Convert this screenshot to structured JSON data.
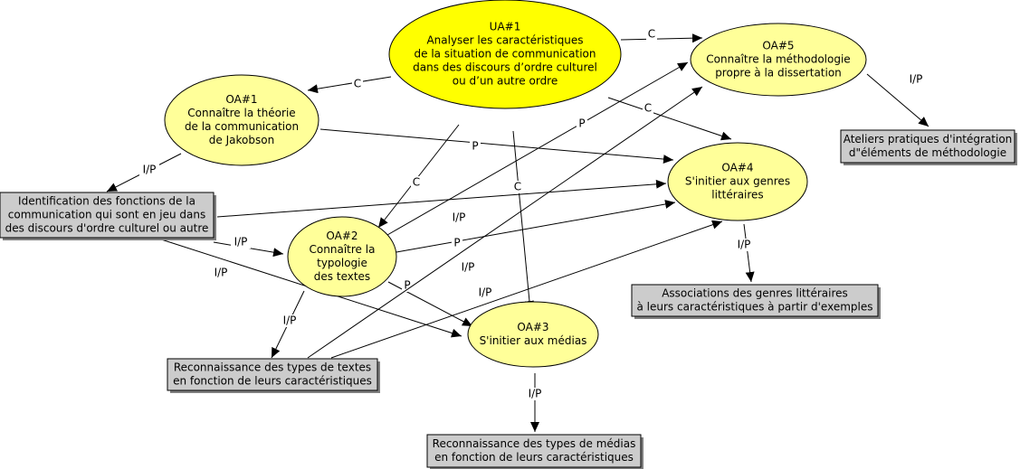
{
  "diagram": {
    "nodes": [
      {
        "id": "ua1",
        "shape": "ellipse",
        "fill": "#ffff00",
        "lines": [
          "UA#1",
          "Analyser les caractéristiques",
          "de la situation de communication",
          "dans des discours d’ordre culturel",
          "ou d’un autre ordre"
        ]
      },
      {
        "id": "oa1",
        "shape": "ellipse",
        "fill": "#ffff99",
        "lines": [
          "OA#1",
          "Connaître la théorie",
          "de la communication",
          "de Jakobson"
        ]
      },
      {
        "id": "oa2",
        "shape": "ellipse",
        "fill": "#ffff99",
        "lines": [
          "OA#2",
          "Connaître la",
          "typologie",
          "des textes"
        ]
      },
      {
        "id": "oa3",
        "shape": "ellipse",
        "fill": "#ffff99",
        "lines": [
          "OA#3",
          "S'initier aux médias"
        ]
      },
      {
        "id": "oa4",
        "shape": "ellipse",
        "fill": "#ffff99",
        "lines": [
          "OA#4",
          "S'initier aux genres",
          "littéraires"
        ]
      },
      {
        "id": "oa5",
        "shape": "ellipse",
        "fill": "#ffff99",
        "lines": [
          "OA#5",
          "Connaître la méthodologie",
          "propre à la dissertation"
        ]
      },
      {
        "id": "r_ident",
        "shape": "rect",
        "fill": "#cccccc",
        "lines": [
          "Identification des fonctions de la",
          "communication qui sont en jeu dans",
          "des discours d'ordre culturel ou autre"
        ]
      },
      {
        "id": "r_types_textes",
        "shape": "rect",
        "fill": "#cccccc",
        "lines": [
          "Reconnaissance des types de textes",
          "en fonction de leurs caractéristiques"
        ]
      },
      {
        "id": "r_types_medias",
        "shape": "rect",
        "fill": "#cccccc",
        "lines": [
          "Reconnaissance des types de médias",
          "en fonction de leurs caractéristiques"
        ]
      },
      {
        "id": "r_genres",
        "shape": "rect",
        "fill": "#cccccc",
        "lines": [
          "Associations des genres littéraires",
          "à leurs caractéristiques à partir d'exemples"
        ]
      },
      {
        "id": "r_ateliers",
        "shape": "rect",
        "fill": "#cccccc",
        "lines": [
          "Ateliers pratiques d'intégration",
          "d\"éléments de méthodologie"
        ]
      }
    ],
    "edges": [
      {
        "from": "ua1",
        "to": "oa1",
        "label": "C"
      },
      {
        "from": "ua1",
        "to": "oa5",
        "label": "C"
      },
      {
        "from": "ua1",
        "to": "oa4",
        "label": "C"
      },
      {
        "from": "ua1",
        "to": "oa2",
        "label": "C"
      },
      {
        "from": "ua1",
        "to": "oa3",
        "label": "C"
      },
      {
        "from": "oa1",
        "to": "oa4",
        "label": "P"
      },
      {
        "from": "oa1",
        "to": "r_ident",
        "label": "I/P"
      },
      {
        "from": "r_ident",
        "to": "oa4",
        "label": "I/P"
      },
      {
        "from": "r_ident",
        "to": "oa2",
        "label": "I/P"
      },
      {
        "from": "r_ident",
        "to": "oa3",
        "label": "I/P"
      },
      {
        "from": "oa2",
        "to": "oa5",
        "label": "P"
      },
      {
        "from": "oa2",
        "to": "oa4",
        "label": "P"
      },
      {
        "from": "oa2",
        "to": "oa3",
        "label": "P"
      },
      {
        "from": "oa2",
        "to": "r_types_textes",
        "label": "I/P"
      },
      {
        "from": "r_types_textes",
        "to": "oa5",
        "label": "I/P"
      },
      {
        "from": "r_types_textes",
        "to": "oa4",
        "label": "I/P"
      },
      {
        "from": "oa3",
        "to": "r_types_medias",
        "label": "I/P"
      },
      {
        "from": "oa4",
        "to": "r_genres",
        "label": "I/P"
      },
      {
        "from": "oa5",
        "to": "r_ateliers",
        "label": "I/P"
      }
    ]
  }
}
